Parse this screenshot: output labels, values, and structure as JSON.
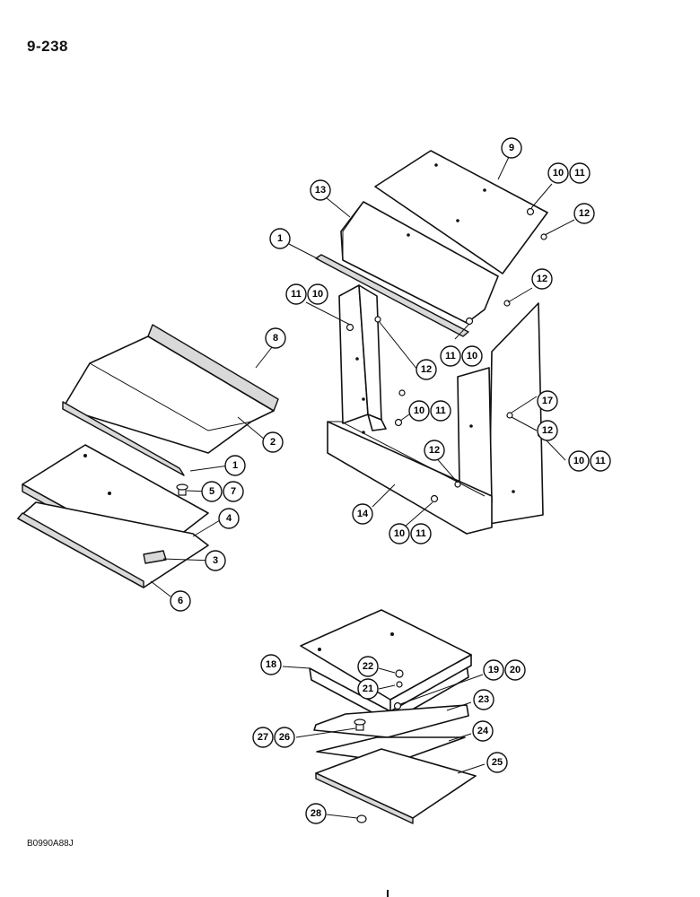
{
  "page_number": "9-238",
  "reference_code": "B0990A88J",
  "callouts": {
    "c1a": "1",
    "c1b": "1",
    "c2": "2",
    "c3": "3",
    "c4": "4",
    "c5": "5",
    "c6": "6",
    "c7": "7",
    "c8": "8",
    "c9": "9",
    "c10a": "10",
    "c10b": "10",
    "c10c": "10",
    "c10d": "10",
    "c10e": "10",
    "c10f": "10",
    "c11a": "11",
    "c11b": "11",
    "c11c": "11",
    "c11d": "11",
    "c11e": "11",
    "c11f": "11",
    "c12a": "12",
    "c12b": "12",
    "c12c": "12",
    "c12d": "12",
    "c12e": "12",
    "c13": "13",
    "c14": "14",
    "c17": "17",
    "c18": "18",
    "c19": "19",
    "c20": "20",
    "c21": "21",
    "c22": "22",
    "c23": "23",
    "c24": "24",
    "c25": "25",
    "c26": "26",
    "c27": "27",
    "c28": "28"
  }
}
